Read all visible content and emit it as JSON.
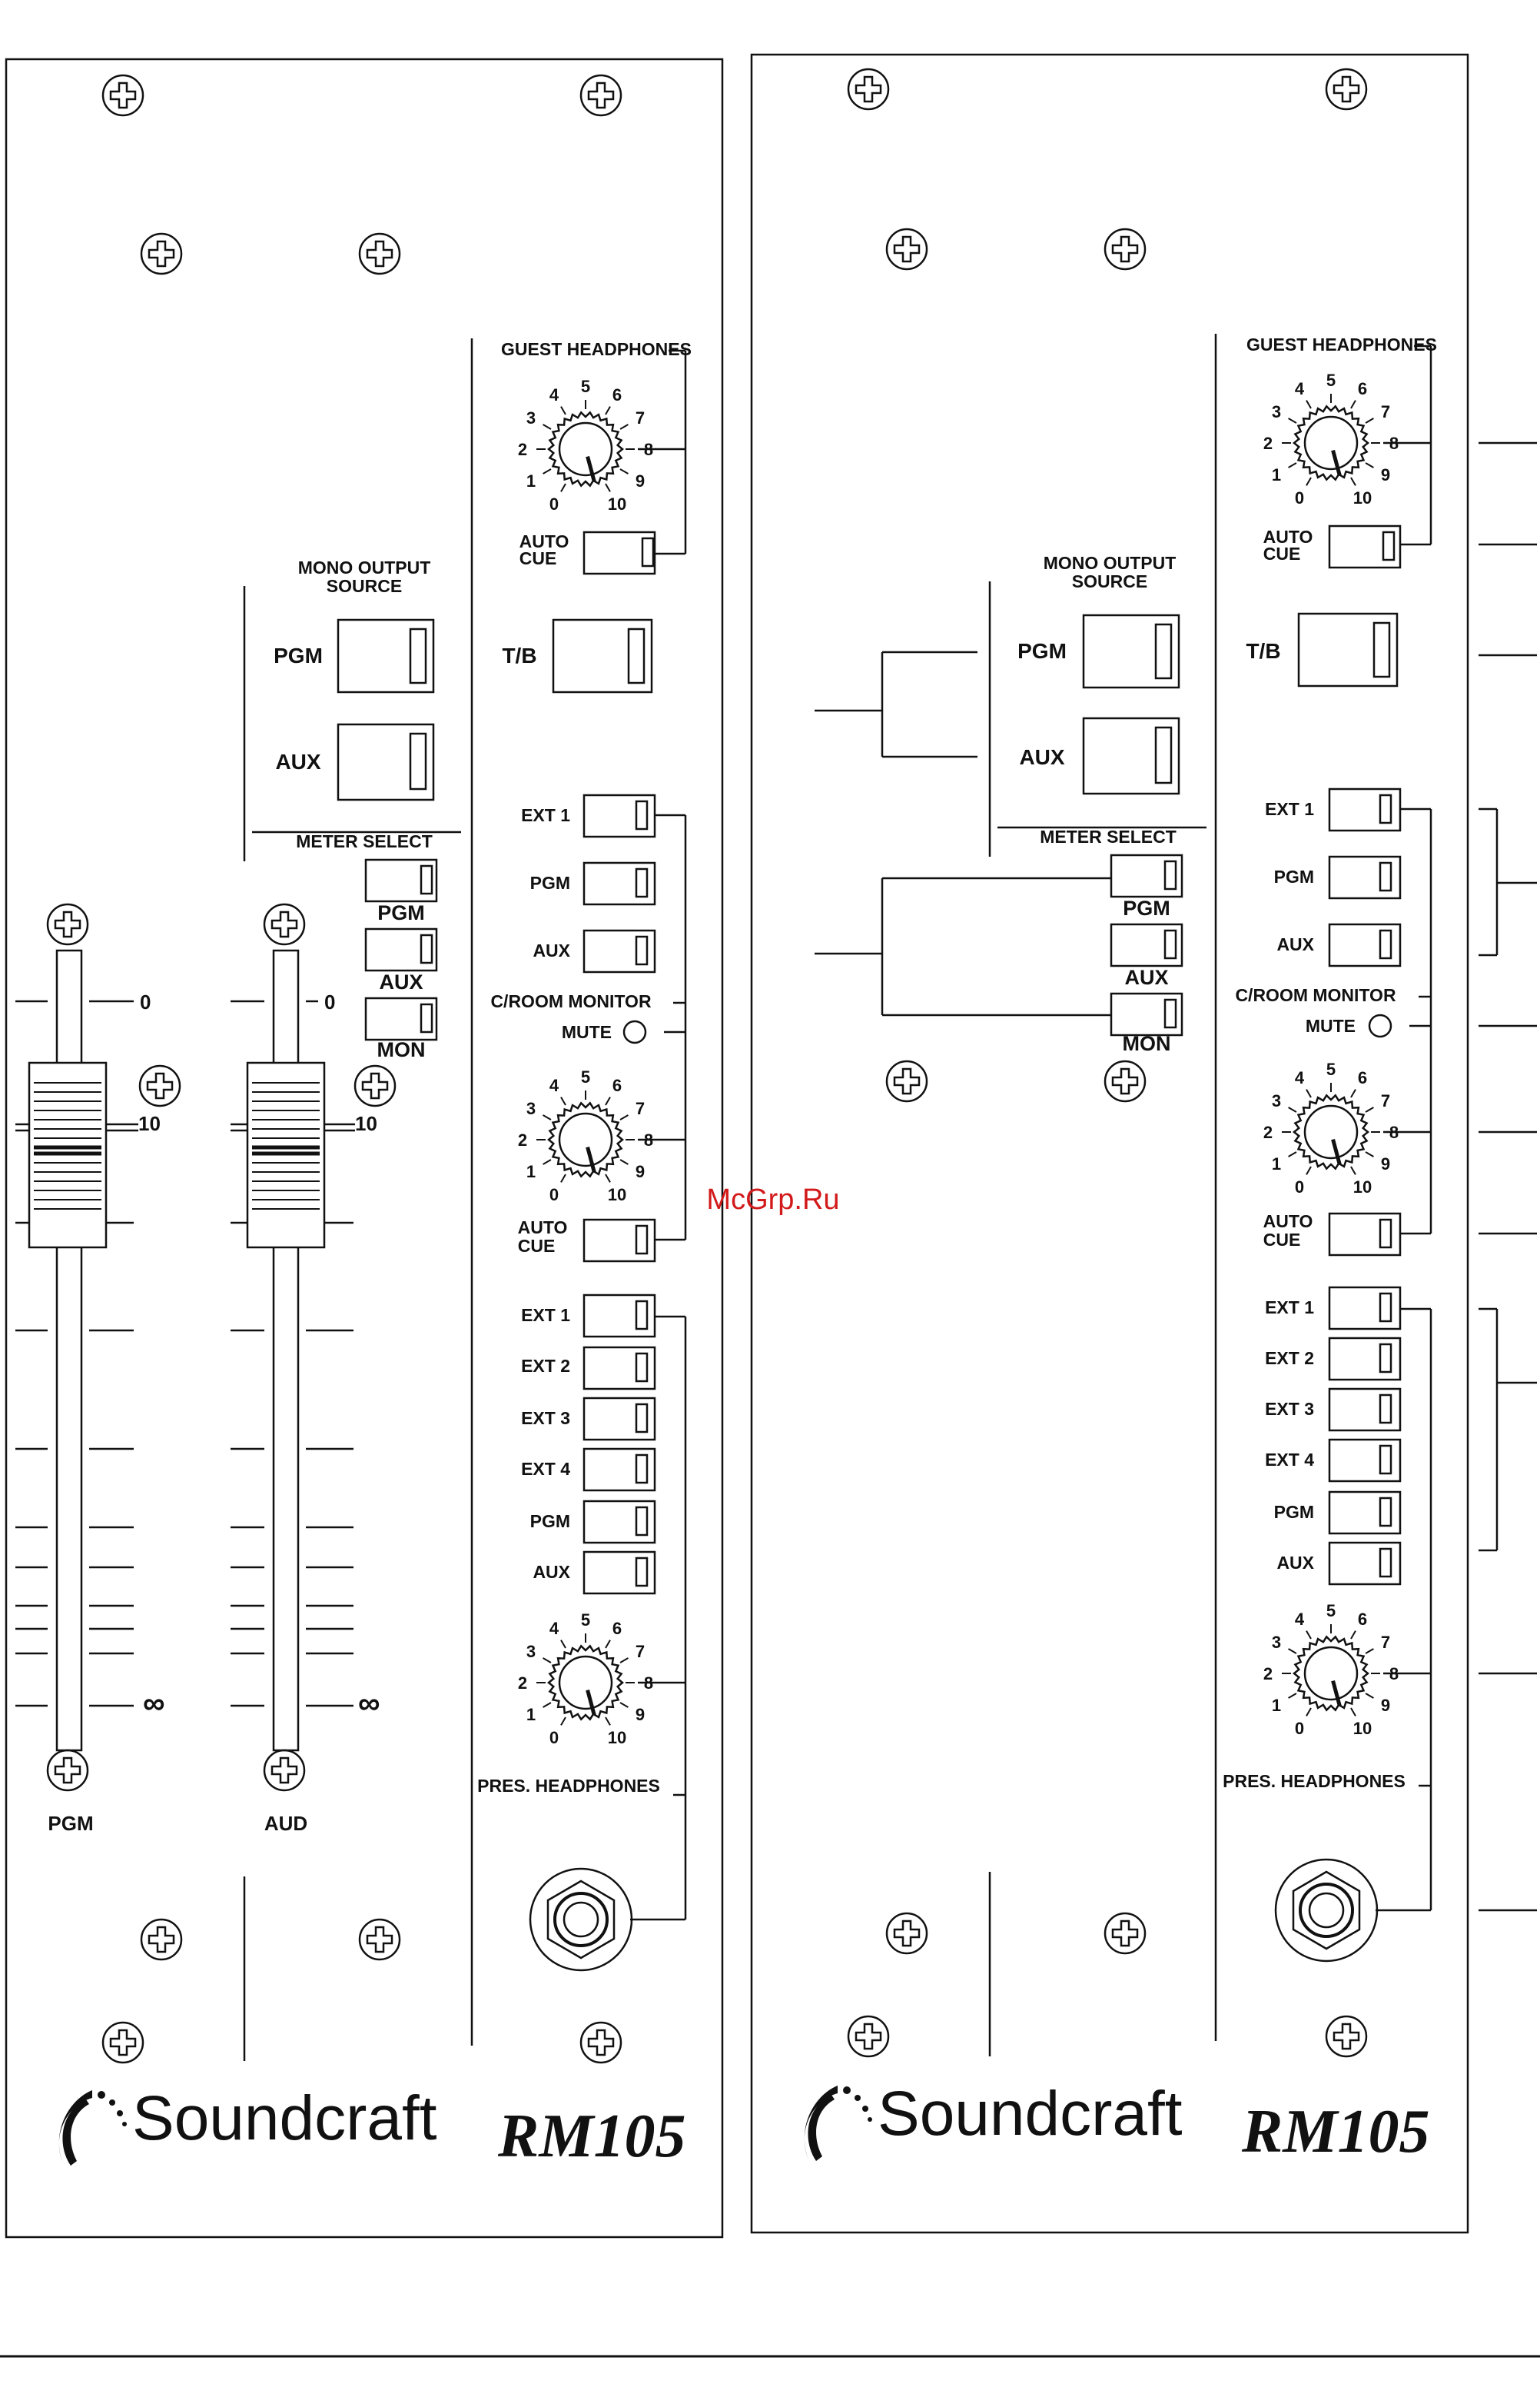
{
  "panels": [
    {
      "guest_headphones": "GUEST HEADPHONES",
      "mono_output_source": [
        "MONO OUTPUT",
        "SOURCE"
      ],
      "pgm": "PGM",
      "aux": "AUX",
      "meter_select": "METER SELECT",
      "meter_buttons": [
        "PGM",
        "AUX",
        "MON"
      ],
      "auto_cue": [
        "AUTO",
        "CUE"
      ],
      "tb": "T/B",
      "croom_monitor": "C/ROOM MONITOR",
      "mute": "MUTE",
      "monitor_sources": [
        "EXT 1",
        "PGM",
        "AUX"
      ],
      "pres_sources": [
        "EXT 1",
        "EXT 2",
        "EXT 3",
        "EXT 4",
        "PGM",
        "AUX"
      ],
      "pres_headphones": "PRES. HEADPHONES",
      "fader_labels": [
        "PGM",
        "AUD"
      ],
      "fader_scale": [
        "0",
        "10",
        "∞"
      ],
      "brand": "Soundcraft",
      "model": "RM105"
    },
    {
      "guest_headphones": "GUEST HEADPHONES",
      "mono_output_source": [
        "MONO OUTPUT",
        "SOURCE"
      ],
      "pgm": "PGM",
      "aux": "AUX",
      "meter_select": "METER SELECT",
      "meter_buttons": [
        "PGM",
        "AUX",
        "MON"
      ],
      "auto_cue": [
        "AUTO",
        "CUE"
      ],
      "tb": "T/B",
      "croom_monitor": "C/ROOM MONITOR",
      "mute": "MUTE",
      "monitor_sources": [
        "EXT 1",
        "PGM",
        "AUX"
      ],
      "pres_sources": [
        "EXT 1",
        "EXT 2",
        "EXT 3",
        "EXT 4",
        "PGM",
        "AUX"
      ],
      "pres_headphones": "PRES. HEADPHONES",
      "brand": "Soundcraft",
      "model": "RM105"
    }
  ],
  "knob_scale": [
    "0",
    "1",
    "2",
    "3",
    "4",
    "5",
    "6",
    "7",
    "8",
    "9",
    "10"
  ],
  "watermark": "McGrp.Ru"
}
